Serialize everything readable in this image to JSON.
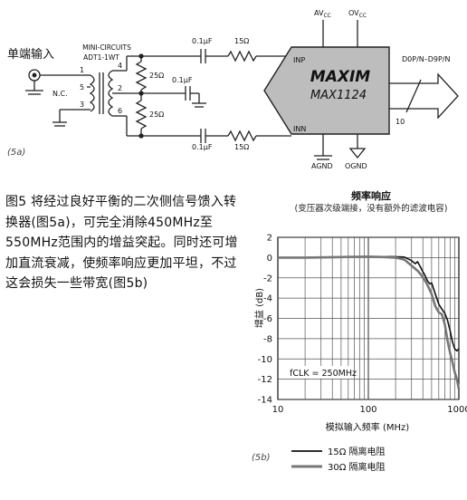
{
  "schematic": {
    "input_label": "单端输入",
    "transformer_title": "MINI-CIRCUITS",
    "transformer_model": "ADT1-1WT",
    "nc_label": "N.C.",
    "pins_left": [
      "1",
      "5",
      "3"
    ],
    "pins_right": [
      "4",
      "2",
      "6"
    ],
    "cap_top": "0.1μF",
    "cap_mid": "0.1μF",
    "cap_bot": "0.1μF",
    "res_top": "15Ω",
    "res_bot": "15Ω",
    "res_25_top": "25Ω",
    "res_25_bot": "25Ω",
    "brand": "MAXIM",
    "part": "MAX1124",
    "pin_inp": "INP",
    "pin_inn": "INN",
    "avcc": "AV",
    "avcc_sub": "CC",
    "ovcc": "OV",
    "ovcc_sub": "CC",
    "agnd": "AGND",
    "ognd": "OGND",
    "bus_label": "D0P/N–D9P/N",
    "bus_width": "10",
    "fig_tag": "(5a)"
  },
  "caption": {
    "text": "图5  将经过良好平衡的二次侧信号馈入转换器(图5a)，可完全消除450MHz至550MHz范围内的增益突起。同时还可增加直流衰减，使频率响应更加平坦，不过这会损失一些带宽(图5b)"
  },
  "chart_data": {
    "type": "line",
    "title": "频率响应",
    "subtitle": "(变压器次级端接，没有额外的滤波电容)",
    "xlabel": "模拟输入频率 (MHz)",
    "ylabel": "增益 (dB)",
    "xscale": "log",
    "xlim": [
      10,
      1000
    ],
    "ylim": [
      -14,
      2
    ],
    "xticks": [
      10,
      100,
      1000
    ],
    "yticks": [
      2,
      0,
      -2,
      -4,
      -6,
      -8,
      -10,
      -12,
      -14
    ],
    "grid": true,
    "annotation": "fCLK = 250MHz",
    "fig_tag": "(5b)",
    "series": [
      {
        "name": "15Ω 隔离电阻",
        "color": "#111111",
        "x": [
          10,
          20,
          50,
          100,
          180,
          250,
          300,
          330,
          350,
          380,
          400,
          420,
          450,
          480,
          500,
          550,
          600,
          650,
          700,
          750,
          800,
          850,
          900,
          950,
          1000
        ],
        "y": [
          0,
          0,
          0.05,
          0.1,
          0.1,
          0.05,
          -0.3,
          -0.6,
          -0.4,
          -1.0,
          -1.4,
          -1.7,
          -2.3,
          -2.6,
          -2.5,
          -3.6,
          -4.6,
          -5.1,
          -5.5,
          -6.2,
          -7.2,
          -8.3,
          -9.0,
          -9.2,
          -9.0
        ]
      },
      {
        "name": "30Ω 隔离电阻",
        "color": "#777777",
        "x": [
          10,
          20,
          50,
          100,
          150,
          200,
          250,
          300,
          350,
          400,
          450,
          500,
          550,
          600,
          650,
          700,
          750,
          800,
          850,
          900,
          950,
          1000
        ],
        "y": [
          0,
          0,
          0.05,
          0.1,
          0.05,
          0,
          -0.2,
          -0.8,
          -1.3,
          -1.9,
          -2.7,
          -3.6,
          -4.8,
          -5.4,
          -5.6,
          -6.6,
          -8.2,
          -9.4,
          -10.3,
          -11.3,
          -12.0,
          -13.0
        ]
      }
    ]
  }
}
